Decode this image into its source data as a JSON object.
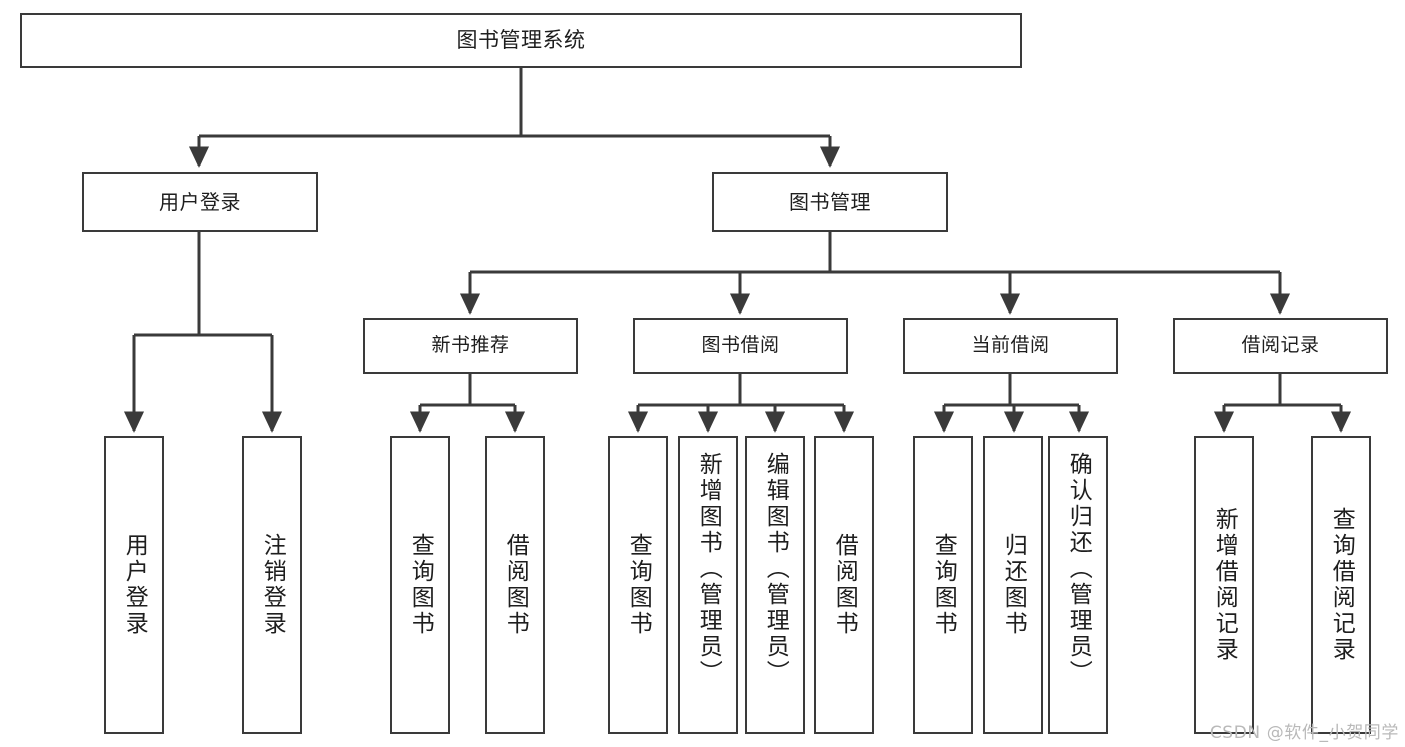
{
  "diagram": {
    "title": "图书管理系统",
    "type": "tree",
    "watermark": "CSDN @软件_小贺同学",
    "root": {
      "id": "root",
      "label": "图书管理系统"
    },
    "level1": [
      {
        "id": "user-login",
        "label": "用户登录"
      },
      {
        "id": "book-manage",
        "label": "图书管理"
      }
    ],
    "level2": [
      {
        "id": "new-book-rec",
        "label": "新书推荐",
        "parent": "book-manage"
      },
      {
        "id": "book-borrow",
        "label": "图书借阅",
        "parent": "book-manage"
      },
      {
        "id": "current-borrow",
        "label": "当前借阅",
        "parent": "book-manage"
      },
      {
        "id": "borrow-record",
        "label": "借阅记录",
        "parent": "book-manage"
      }
    ],
    "leaves": {
      "user_login": [
        {
          "id": "leaf-user-login",
          "label": "用户登录"
        },
        {
          "id": "leaf-logout",
          "label": "注销登录"
        }
      ],
      "new_book_rec": [
        {
          "id": "leaf-query-book-1",
          "label": "查询图书"
        },
        {
          "id": "leaf-borrow-book-1",
          "label": "借阅图书"
        }
      ],
      "book_borrow": [
        {
          "id": "leaf-query-book-2",
          "label": "查询图书"
        },
        {
          "id": "leaf-add-book",
          "label": "新增图书（管理员）"
        },
        {
          "id": "leaf-edit-book",
          "label": "编辑图书（管理员）"
        },
        {
          "id": "leaf-borrow-book-2",
          "label": "借阅图书"
        }
      ],
      "current_borrow": [
        {
          "id": "leaf-query-book-3",
          "label": "查询图书"
        },
        {
          "id": "leaf-return-book",
          "label": "归还图书"
        },
        {
          "id": "leaf-confirm-return",
          "label": "确认归还（管理员）"
        }
      ],
      "borrow_record": [
        {
          "id": "leaf-add-record",
          "label": "新增借阅记录"
        },
        {
          "id": "leaf-query-record",
          "label": "查询借阅记录"
        }
      ]
    },
    "colors": {
      "stroke": "#3a3a3a",
      "fill": "#ffffff",
      "text": "#1e1e1e",
      "watermark": "#b9b9b9"
    }
  }
}
